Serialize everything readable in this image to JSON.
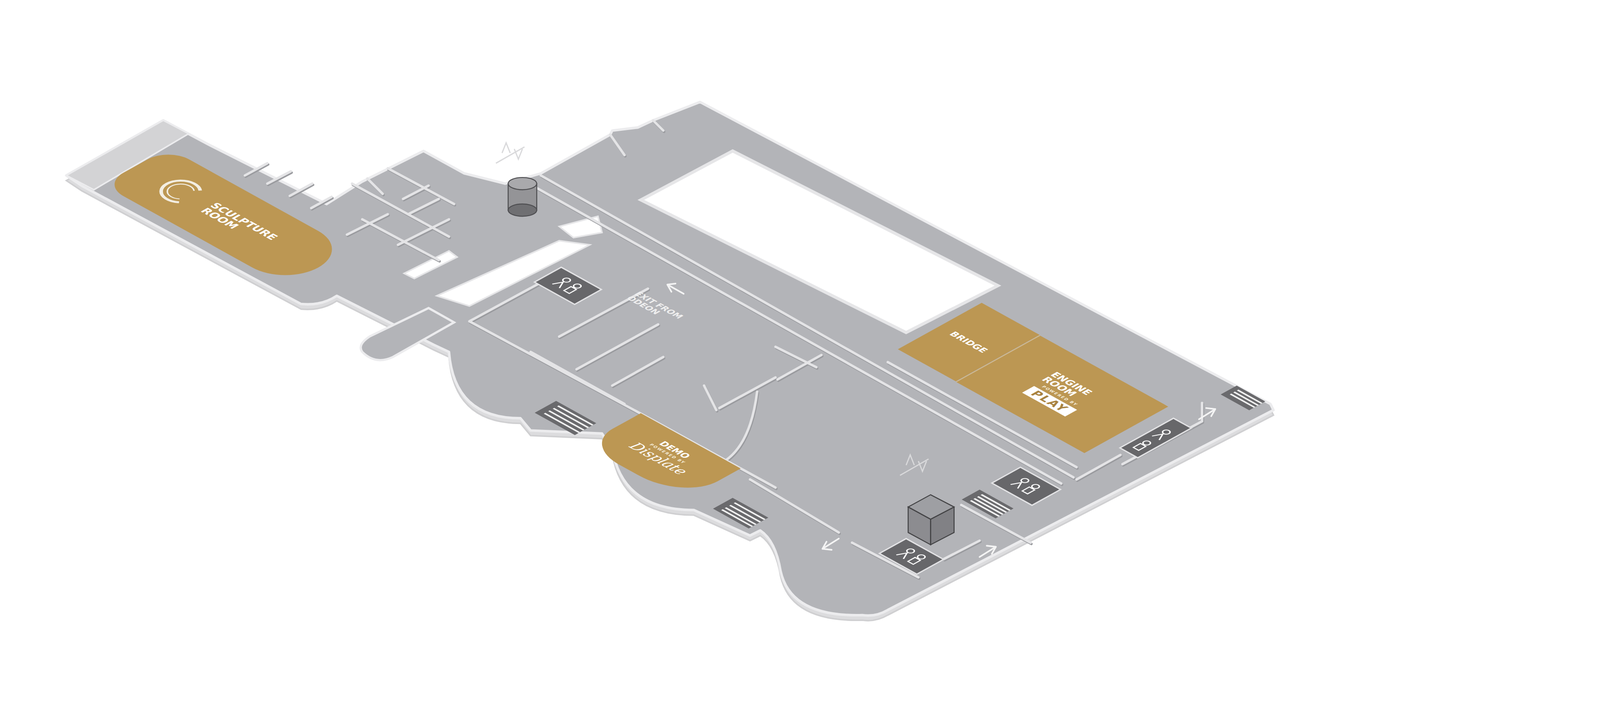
{
  "diagram": {
    "nodes": [
      {
        "text": [
          "SCULPTURE ROOM"
        ]
      },
      {
        "text": [
          "BRIDGE"
        ]
      },
      {
        "text": [
          "ENGINE ROOM",
          "POWERED BY",
          "PLAY"
        ]
      },
      {
        "text": [
          "DEMO",
          "POWERED BY",
          "Displate"
        ]
      }
    ],
    "labels": [
      "EXIT FROM ODEON"
    ]
  }
}
